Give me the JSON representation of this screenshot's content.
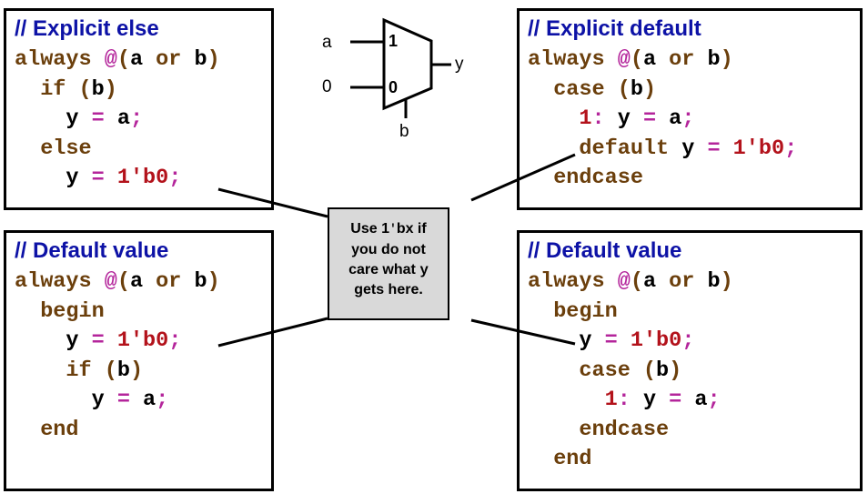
{
  "boxes": {
    "top_left": {
      "comment": "// Explicit else",
      "lines": [
        [
          [
            "kw",
            "always "
          ],
          [
            "op",
            "@"
          ],
          [
            "kw",
            "("
          ],
          [
            "id",
            "a "
          ],
          [
            "kw",
            "or "
          ],
          [
            "id",
            "b"
          ],
          [
            "kw",
            ")"
          ]
        ],
        [
          [
            "kw",
            "  if "
          ],
          [
            "kw",
            "("
          ],
          [
            "id",
            "b"
          ],
          [
            "kw",
            ")"
          ]
        ],
        [
          [
            "id",
            "    y "
          ],
          [
            "op",
            "= "
          ],
          [
            "id",
            "a"
          ],
          [
            "op",
            ";"
          ]
        ],
        [
          [
            "kw",
            "  else"
          ]
        ],
        [
          [
            "id",
            "    y "
          ],
          [
            "op",
            "= "
          ],
          [
            "num",
            "1'b0"
          ],
          [
            "op",
            ";"
          ]
        ]
      ]
    },
    "top_right": {
      "comment": "// Explicit default",
      "lines": [
        [
          [
            "kw",
            "always "
          ],
          [
            "op",
            "@"
          ],
          [
            "kw",
            "("
          ],
          [
            "id",
            "a "
          ],
          [
            "kw",
            "or "
          ],
          [
            "id",
            "b"
          ],
          [
            "kw",
            ")"
          ]
        ],
        [
          [
            "kw",
            "  case "
          ],
          [
            "kw",
            "("
          ],
          [
            "id",
            "b"
          ],
          [
            "kw",
            ")"
          ]
        ],
        [
          [
            "num",
            "    1"
          ],
          [
            "op",
            ": "
          ],
          [
            "id",
            "y "
          ],
          [
            "op",
            "= "
          ],
          [
            "id",
            "a"
          ],
          [
            "op",
            ";"
          ]
        ],
        [
          [
            "kw",
            "    default "
          ],
          [
            "id",
            "y "
          ],
          [
            "op",
            "= "
          ],
          [
            "num",
            "1'b0"
          ],
          [
            "op",
            ";"
          ]
        ],
        [
          [
            "kw",
            "  endcase"
          ]
        ]
      ]
    },
    "bottom_left": {
      "comment": "// Default value",
      "lines": [
        [
          [
            "kw",
            "always "
          ],
          [
            "op",
            "@"
          ],
          [
            "kw",
            "("
          ],
          [
            "id",
            "a "
          ],
          [
            "kw",
            "or "
          ],
          [
            "id",
            "b"
          ],
          [
            "kw",
            ")"
          ]
        ],
        [
          [
            "kw",
            "  begin"
          ]
        ],
        [
          [
            "id",
            "    y "
          ],
          [
            "op",
            "= "
          ],
          [
            "num",
            "1'b0"
          ],
          [
            "op",
            ";"
          ]
        ],
        [
          [
            "kw",
            "    if "
          ],
          [
            "kw",
            "("
          ],
          [
            "id",
            "b"
          ],
          [
            "kw",
            ")"
          ]
        ],
        [
          [
            "id",
            "      y "
          ],
          [
            "op",
            "= "
          ],
          [
            "id",
            "a"
          ],
          [
            "op",
            ";"
          ]
        ],
        [
          [
            "kw",
            "  end"
          ]
        ]
      ]
    },
    "bottom_right": {
      "comment": "// Default value",
      "lines": [
        [
          [
            "kw",
            "always "
          ],
          [
            "op",
            "@"
          ],
          [
            "kw",
            "("
          ],
          [
            "id",
            "a "
          ],
          [
            "kw",
            "or "
          ],
          [
            "id",
            "b"
          ],
          [
            "kw",
            ")"
          ]
        ],
        [
          [
            "kw",
            "  begin"
          ]
        ],
        [
          [
            "id",
            "    y "
          ],
          [
            "op",
            "= "
          ],
          [
            "num",
            "1'b0"
          ],
          [
            "op",
            ";"
          ]
        ],
        [
          [
            "kw",
            "    case "
          ],
          [
            "kw",
            "("
          ],
          [
            "id",
            "b"
          ],
          [
            "kw",
            ")"
          ]
        ],
        [
          [
            "num",
            "      1"
          ],
          [
            "op",
            ": "
          ],
          [
            "id",
            "y "
          ],
          [
            "op",
            "= "
          ],
          [
            "id",
            "a"
          ],
          [
            "op",
            ";"
          ]
        ],
        [
          [
            "kw",
            "    endcase"
          ]
        ],
        [
          [
            "kw",
            "  end"
          ]
        ]
      ]
    }
  },
  "mux": {
    "input_a": "a",
    "input_zero": "0",
    "pin_one": "1",
    "pin_zero": "0",
    "output": "y",
    "select": "b"
  },
  "callout": {
    "line1_pre": "Use 1",
    "tick": "'",
    "line1_post": "bx if",
    "line2": "you do not",
    "line3_pre": "care what ",
    "line3_var": "y",
    "line4": "gets here."
  },
  "colors": {
    "comment": "#0d12a6",
    "keyword": "#6b3f0c",
    "operator": "#b4259b",
    "number": "#b3121b",
    "callout_bg": "#d9d9d9"
  }
}
